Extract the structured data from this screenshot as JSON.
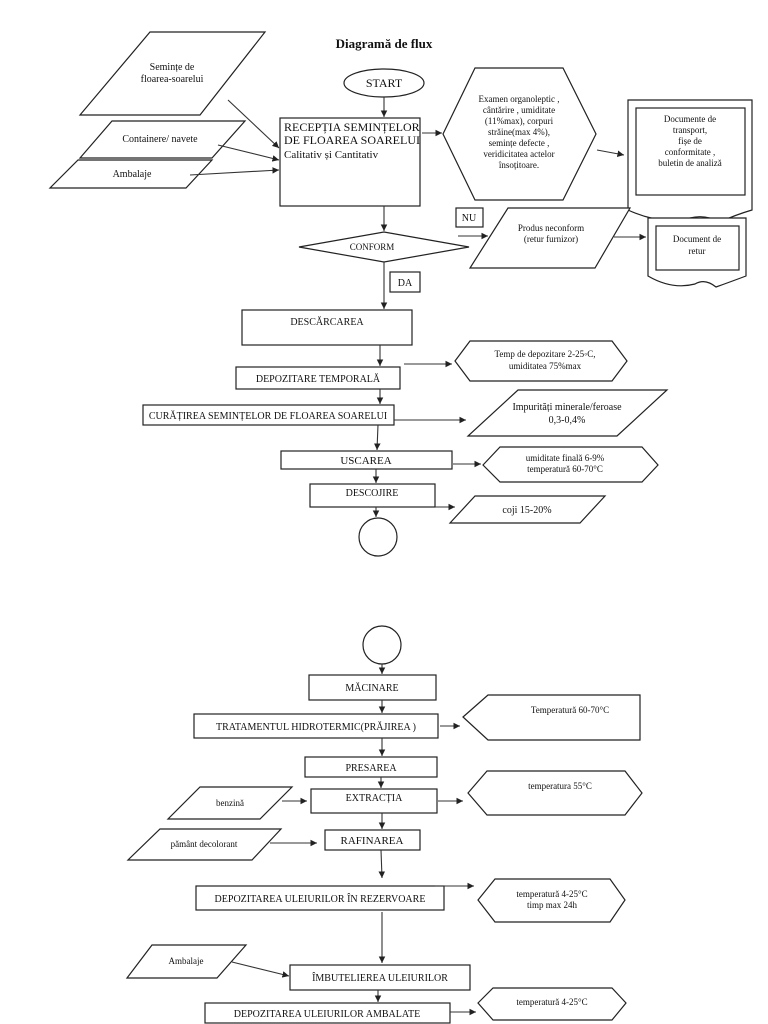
{
  "title": "Diagramă de flux",
  "inputs": {
    "seminte": [
      "Semințe de",
      "floarea-soarelui"
    ],
    "containere": "Containere/ navete",
    "ambalaje_top": "Ambalaje",
    "benzina": "benzină",
    "pamant": "pământ decolorant",
    "ambalaje_bottom": "Ambalaje"
  },
  "start": "START",
  "receptia": [
    "RECEPȚIA   SEMINȚELOR",
    "DE FLOAREA SOARELUI",
    "Calitativ și Cantitativ"
  ],
  "examen": [
    "Examen organoleptic ,",
    "cântărire , umiditate",
    "(11%max), corpuri",
    "străine(max 4%),",
    "semințe defecte ,",
    "veridicitatea actelor",
    "însoțitoare."
  ],
  "documente": [
    "Documente de",
    "transport,",
    "fișe de",
    "conformitate ,",
    "buletin de analiză"
  ],
  "conform": "CONFORM",
  "nu": "NU",
  "da": "DA",
  "neconform": [
    "Produs neconform",
    "(retur furnizor)"
  ],
  "document_retur": [
    "Document de",
    "retur"
  ],
  "steps": {
    "descarcarea": "DESCĂRCAREA",
    "depozitare_temp": "DEPOZITARE TEMPORALĂ",
    "curatirea": "CURĂȚIREA SEMINȚELOR DE FLOAREA SOARELUI",
    "uscarea": "USCAREA",
    "descojire": "DESCOJIRE",
    "macinare": "MĂCINARE",
    "tratament": "TRATAMENTUL HIDROTERMIC(PRĂJIREA )",
    "presarea": "PRESAREA",
    "extractia": "EXTRACȚIA",
    "rafinarea": "RAFINAREA",
    "depozitarea_rez": "DEPOZITAREA ULEIURILOR ÎN REZERVOARE",
    "imbutelierea": "ÎMBUTELIEREA ULEIURILOR",
    "depozitarea_amb": "DEPOZITAREA ULEIURILOR AMBALATE"
  },
  "notes": {
    "depozitare": [
      "Temp de depozitare 2-25◦C,",
      "umiditatea 75%max"
    ],
    "impuritati": [
      "Impurități minerale/feroase",
      "0,3-0,4%"
    ],
    "uscare": [
      "umiditate finală 6-9%",
      "temperatură 60-70°C"
    ],
    "coji": "coji 15-20%",
    "tratament": "Temperatură 60-70°C",
    "extractie": "temperatura 55°C",
    "rezervoare": [
      "temperatură 4-25°C",
      "timp max 24h"
    ],
    "ambalate": "temperatură 4-25°C"
  }
}
